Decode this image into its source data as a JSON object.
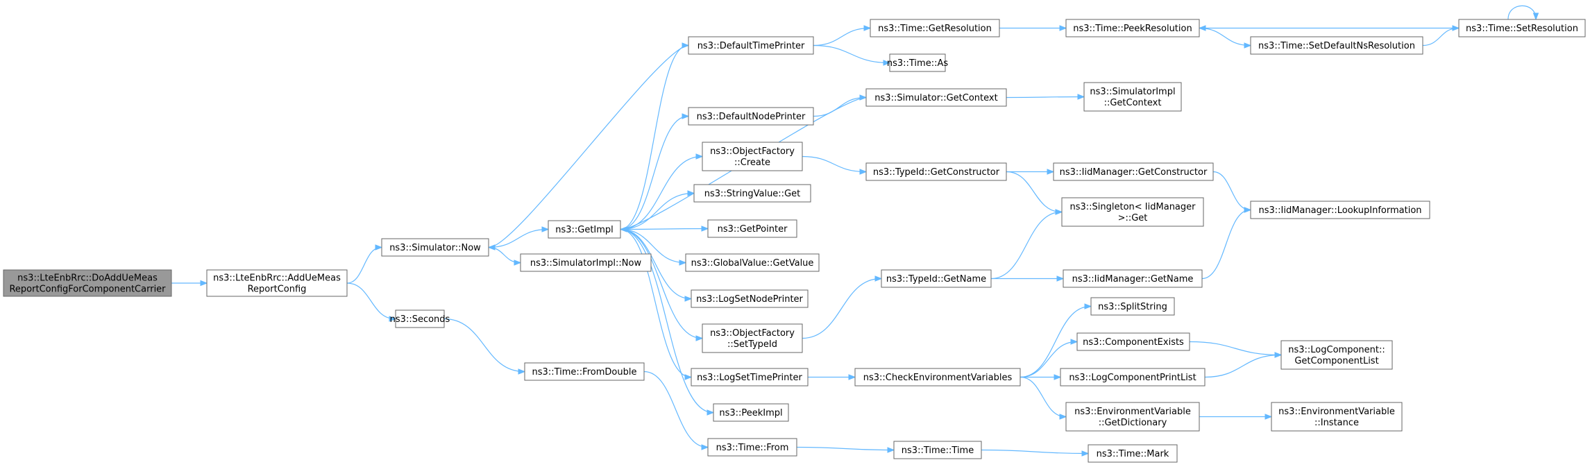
{
  "graph": {
    "nodes": [
      {
        "id": "n0",
        "lines": [
          "ns3::LteEnbRrc::DoAddUeMeas",
          "ReportConfigForComponentCarrier"
        ],
        "root": true
      },
      {
        "id": "n1",
        "lines": [
          "ns3::LteEnbRrc::AddUeMeas",
          "ReportConfig"
        ]
      },
      {
        "id": "n2",
        "lines": [
          "ns3::Simulator::Now"
        ]
      },
      {
        "id": "n3",
        "lines": [
          "ns3::Seconds"
        ]
      },
      {
        "id": "n4",
        "lines": [
          "ns3::GetImpl"
        ]
      },
      {
        "id": "n5",
        "lines": [
          "ns3::SimulatorImpl::Now"
        ]
      },
      {
        "id": "n6",
        "lines": [
          "ns3::Time::FromDouble"
        ]
      },
      {
        "id": "n7",
        "lines": [
          "ns3::DefaultTimePrinter"
        ]
      },
      {
        "id": "n8",
        "lines": [
          "ns3::DefaultNodePrinter"
        ]
      },
      {
        "id": "n9",
        "lines": [
          "ns3::ObjectFactory",
          "::Create"
        ]
      },
      {
        "id": "n10",
        "lines": [
          "ns3::StringValue::Get"
        ]
      },
      {
        "id": "n11",
        "lines": [
          "ns3::GetPointer"
        ]
      },
      {
        "id": "n12",
        "lines": [
          "ns3::GlobalValue::GetValue"
        ]
      },
      {
        "id": "n13",
        "lines": [
          "ns3::LogSetNodePrinter"
        ]
      },
      {
        "id": "n14",
        "lines": [
          "ns3::ObjectFactory",
          "::SetTypeId"
        ]
      },
      {
        "id": "n15",
        "lines": [
          "ns3::LogSetTimePrinter"
        ]
      },
      {
        "id": "n16",
        "lines": [
          "ns3::PeekImpl"
        ]
      },
      {
        "id": "n17",
        "lines": [
          "ns3::Time::From"
        ]
      },
      {
        "id": "n18",
        "lines": [
          "ns3::Time::GetResolution"
        ]
      },
      {
        "id": "n19",
        "lines": [
          "ns3::Time::As"
        ]
      },
      {
        "id": "n20",
        "lines": [
          "ns3::Simulator::GetContext"
        ]
      },
      {
        "id": "n21",
        "lines": [
          "ns3::TypeId::GetConstructor"
        ]
      },
      {
        "id": "n22",
        "lines": [
          "ns3::TypeId::GetName"
        ]
      },
      {
        "id": "n23",
        "lines": [
          "ns3::CheckEnvironmentVariables"
        ]
      },
      {
        "id": "n24",
        "lines": [
          "ns3::Time::Time"
        ]
      },
      {
        "id": "n25",
        "lines": [
          "ns3::Time::PeekResolution"
        ]
      },
      {
        "id": "n26",
        "lines": [
          "ns3::SimulatorImpl",
          "::GetContext"
        ]
      },
      {
        "id": "n27",
        "lines": [
          "ns3::IidManager::GetConstructor"
        ]
      },
      {
        "id": "n28",
        "lines": [
          "ns3::Singleton< IidManager",
          " >::Get"
        ]
      },
      {
        "id": "n29",
        "lines": [
          "ns3::IidManager::GetName"
        ]
      },
      {
        "id": "n30",
        "lines": [
          "ns3::SplitString"
        ]
      },
      {
        "id": "n31",
        "lines": [
          "ns3::ComponentExists"
        ]
      },
      {
        "id": "n32",
        "lines": [
          "ns3::LogComponentPrintList"
        ]
      },
      {
        "id": "n33",
        "lines": [
          "ns3::EnvironmentVariable",
          "::GetDictionary"
        ]
      },
      {
        "id": "n34",
        "lines": [
          "ns3::Time::Mark"
        ]
      },
      {
        "id": "n35",
        "lines": [
          "ns3::Time::SetDefaultNsResolution"
        ]
      },
      {
        "id": "n36",
        "lines": [
          "ns3::IidManager::LookupInformation"
        ]
      },
      {
        "id": "n37",
        "lines": [
          "ns3::LogComponent::",
          "GetComponentList"
        ]
      },
      {
        "id": "n38",
        "lines": [
          "ns3::EnvironmentVariable",
          "::Instance"
        ]
      },
      {
        "id": "n39",
        "lines": [
          "ns3::Time::SetResolution"
        ]
      }
    ],
    "edges": [
      [
        "n0",
        "n1"
      ],
      [
        "n1",
        "n2"
      ],
      [
        "n1",
        "n3"
      ],
      [
        "n2",
        "n4"
      ],
      [
        "n2",
        "n5"
      ],
      [
        "n3",
        "n6"
      ],
      [
        "n6",
        "n17"
      ],
      [
        "n4",
        "n7"
      ],
      [
        "n4",
        "n8"
      ],
      [
        "n4",
        "n9"
      ],
      [
        "n4",
        "n10"
      ],
      [
        "n4",
        "n11"
      ],
      [
        "n4",
        "n12"
      ],
      [
        "n4",
        "n13"
      ],
      [
        "n4",
        "n14"
      ],
      [
        "n4",
        "n15"
      ],
      [
        "n4",
        "n16"
      ],
      [
        "n7",
        "n18"
      ],
      [
        "n7",
        "n19"
      ],
      [
        "n8",
        "n20"
      ],
      [
        "n20",
        "n4"
      ],
      [
        "n20",
        "n26"
      ],
      [
        "n7",
        "n2"
      ],
      [
        "n9",
        "n21"
      ],
      [
        "n14",
        "n22"
      ],
      [
        "n15",
        "n23"
      ],
      [
        "n17",
        "n24"
      ],
      [
        "n24",
        "n34"
      ],
      [
        "n18",
        "n25"
      ],
      [
        "n25",
        "n35"
      ],
      [
        "n35",
        "n39"
      ],
      [
        "n39",
        "n25"
      ],
      [
        "n39",
        "n39"
      ],
      [
        "n21",
        "n27"
      ],
      [
        "n21",
        "n28"
      ],
      [
        "n27",
        "n36"
      ],
      [
        "n22",
        "n28"
      ],
      [
        "n22",
        "n29"
      ],
      [
        "n29",
        "n36"
      ],
      [
        "n23",
        "n30"
      ],
      [
        "n23",
        "n31"
      ],
      [
        "n23",
        "n32"
      ],
      [
        "n23",
        "n33"
      ],
      [
        "n31",
        "n37"
      ],
      [
        "n32",
        "n37"
      ],
      [
        "n33",
        "n38"
      ]
    ]
  }
}
